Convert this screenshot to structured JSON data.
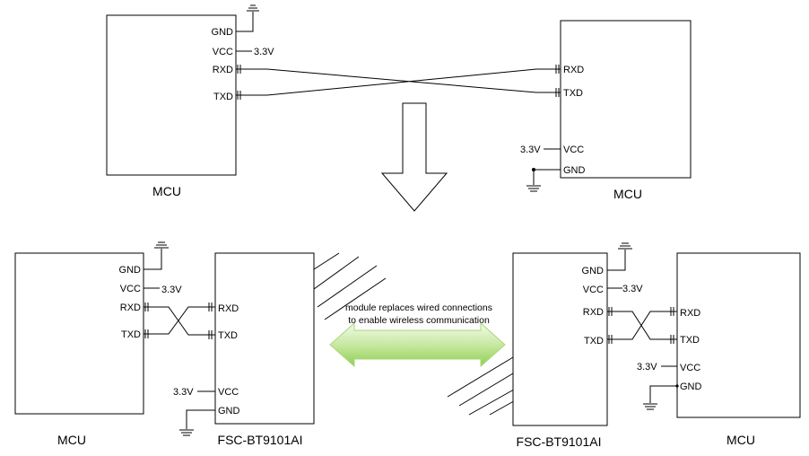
{
  "top": {
    "left_mcu": {
      "name": "MCU",
      "pins": {
        "gnd": "GND",
        "vcc": "VCC",
        "rxd": "RXD",
        "txd": "TXD"
      },
      "vcc_value": "3.3V"
    },
    "right_mcu": {
      "name": "MCU",
      "pins": {
        "rxd": "RXD",
        "txd": "TXD",
        "vcc": "VCC",
        "gnd": "GND"
      },
      "vcc_value": "3.3V"
    }
  },
  "bottom_left": {
    "mcu": {
      "name": "MCU",
      "pins": {
        "gnd": "GND",
        "vcc": "VCC",
        "rxd": "RXD",
        "txd": "TXD"
      },
      "vcc_value": "3.3V"
    },
    "module": {
      "name": "FSC-BT9101AI",
      "pins": {
        "rxd": "RXD",
        "txd": "TXD",
        "vcc": "VCC",
        "gnd": "GND"
      },
      "vcc_value": "3.3V"
    }
  },
  "bottom_right": {
    "module": {
      "name": "FSC-BT9101AI",
      "pins": {
        "gnd": "GND",
        "vcc": "VCC",
        "rxd": "RXD",
        "txd": "TXD"
      },
      "vcc_value": "3.3V"
    },
    "mcu": {
      "name": "MCU",
      "pins": {
        "rxd": "RXD",
        "txd": "TXD",
        "vcc": "VCC",
        "gnd": "GND"
      },
      "vcc_value": "3.3V"
    }
  },
  "note": {
    "line1": "module replaces wired connections",
    "line2": "to enable wireless communication"
  },
  "colors": {
    "arrow_light": "#f4fbe8",
    "arrow_dark": "#8fcf52",
    "line": "#000000"
  }
}
